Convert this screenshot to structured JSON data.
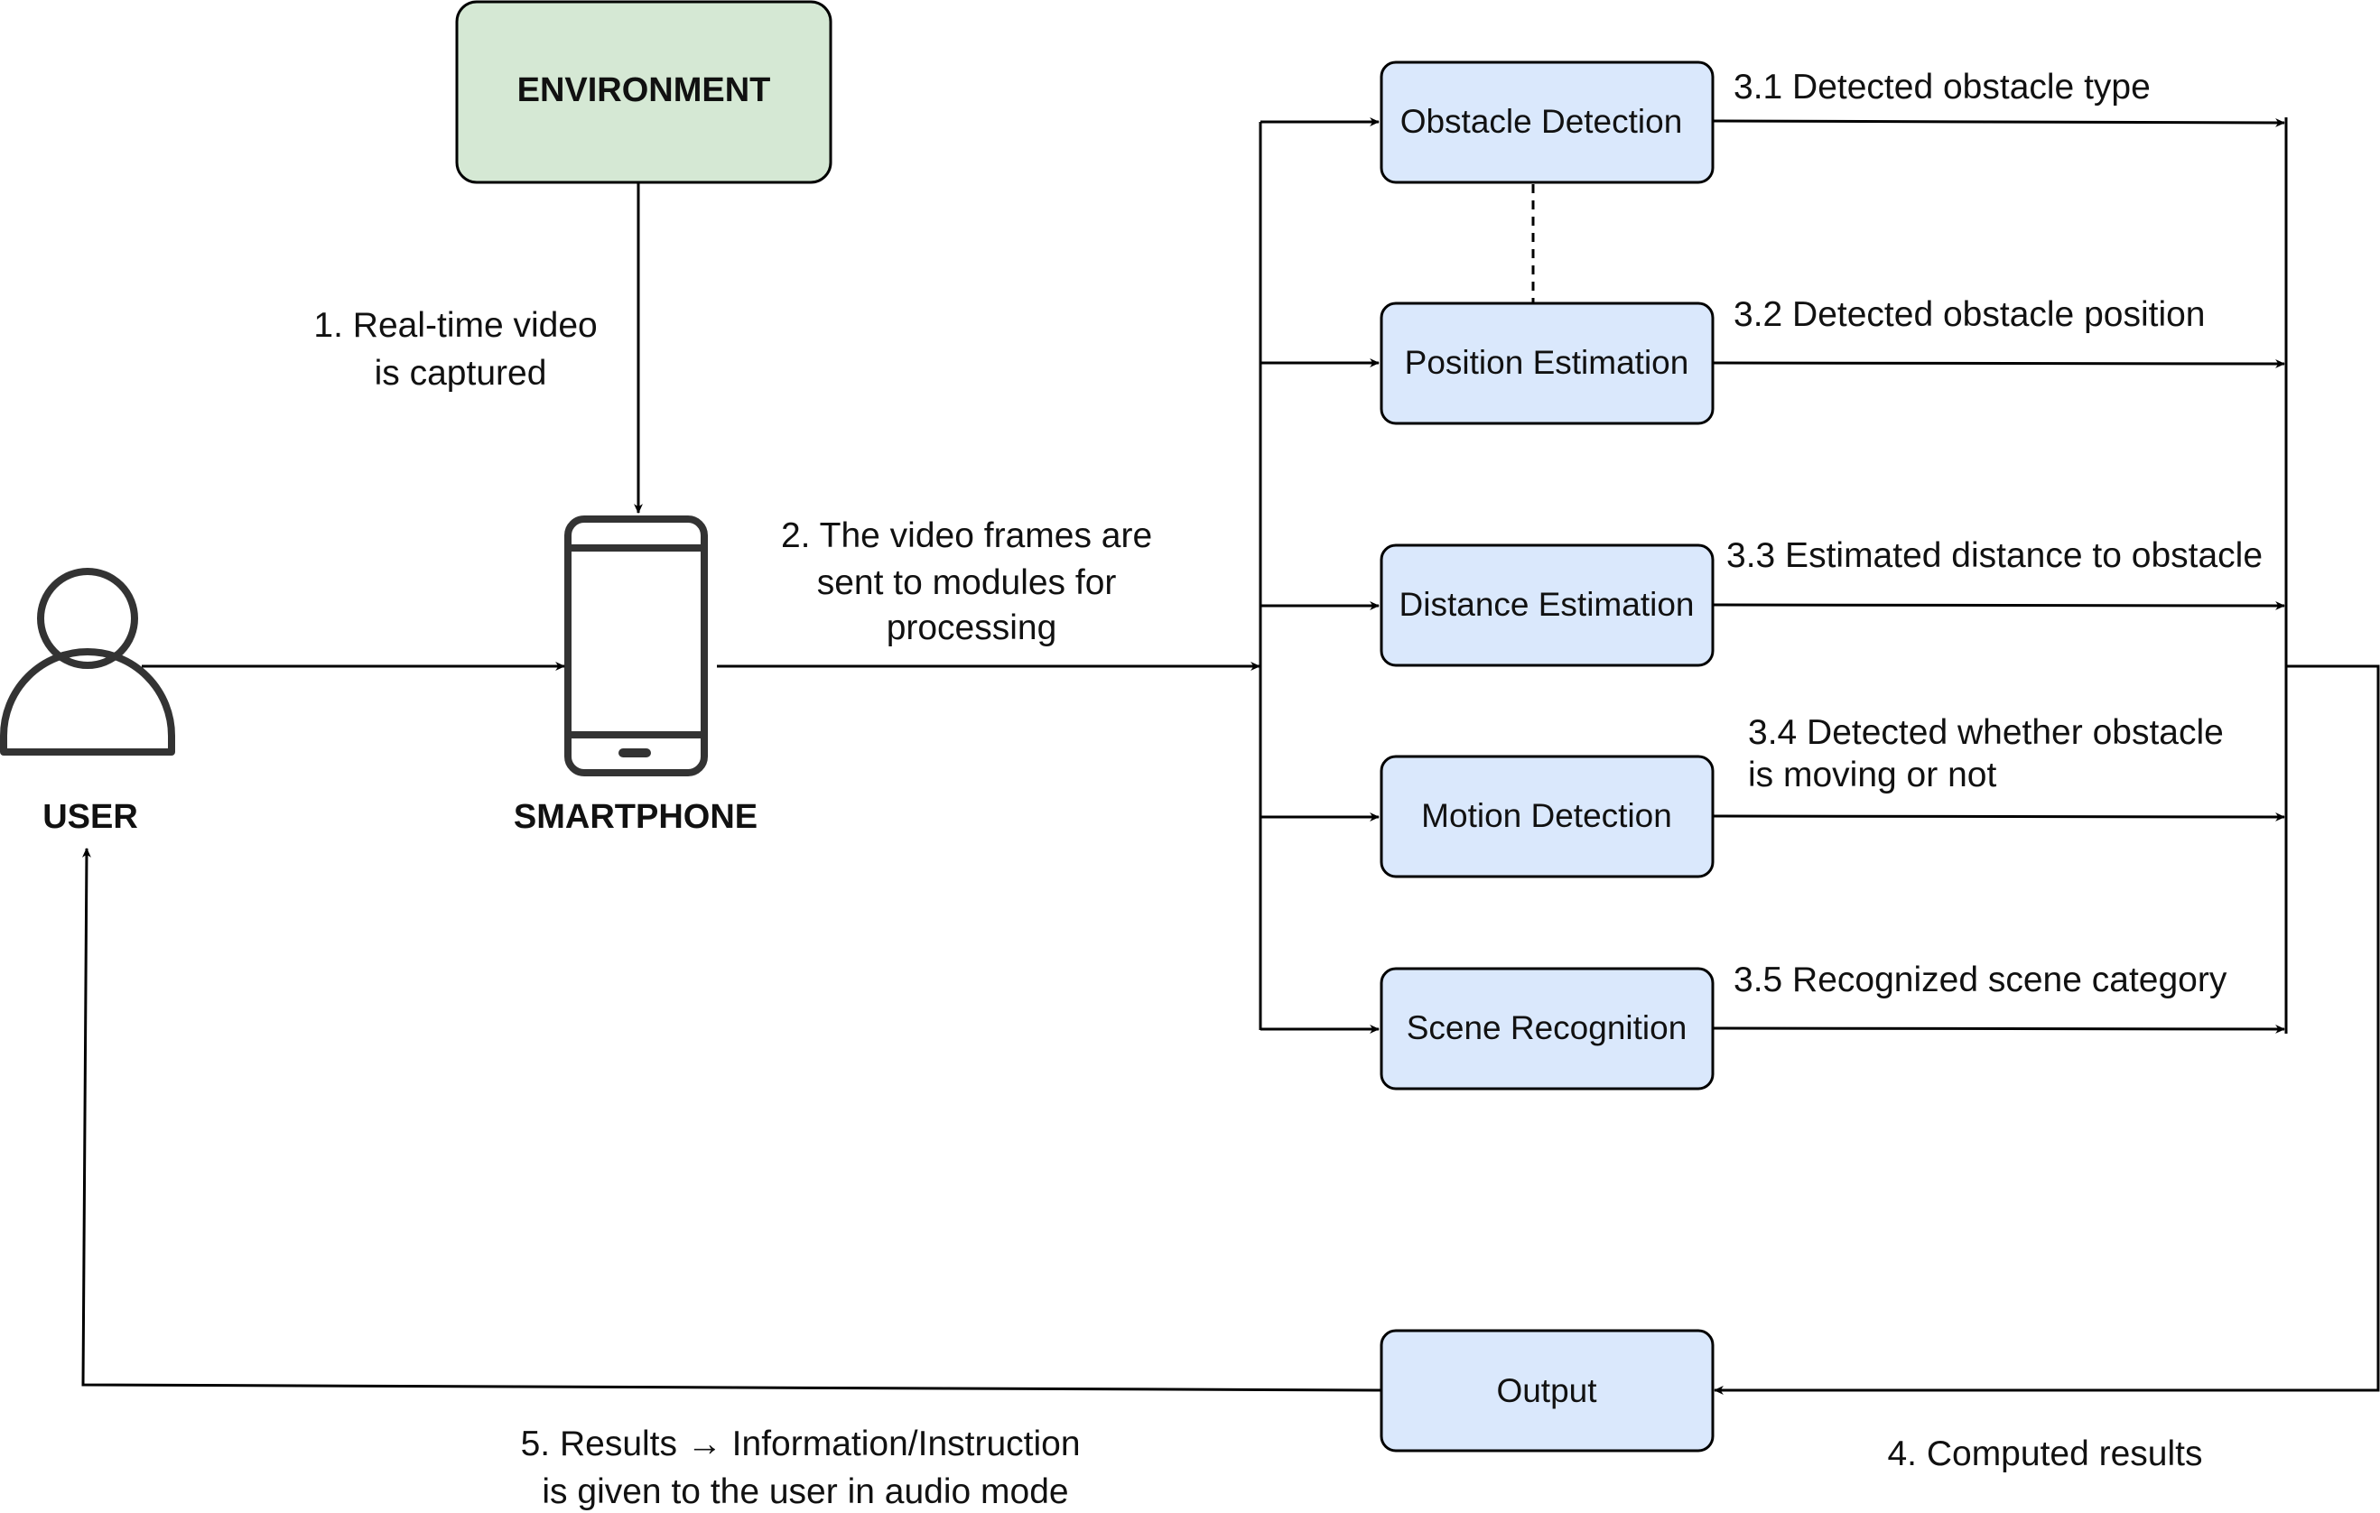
{
  "environment": {
    "label": "ENVIRONMENT"
  },
  "user": {
    "label": "USER"
  },
  "smartphone": {
    "label": "SMARTPHONE"
  },
  "modules": [
    {
      "label": "Obstacle Detection"
    },
    {
      "label": "Position Estimation"
    },
    {
      "label": "Distance Estimation"
    },
    {
      "label": "Motion Detection"
    },
    {
      "label": "Scene Recognition"
    }
  ],
  "output": {
    "label": "Output"
  },
  "edges": {
    "step1": [
      "1. Real-time video",
      "is captured"
    ],
    "step2": [
      "2. The video frames are",
      "sent to modules for",
      "processing"
    ],
    "step3_1": [
      "3.1 Detected obstacle type"
    ],
    "step3_2": [
      "3.2 Detected obstacle position"
    ],
    "step3_3": [
      "3.3 Estimated distance to obstacle"
    ],
    "step3_4": [
      "3.4 Detected whether obstacle",
      "is moving or not"
    ],
    "step3_5": [
      "3.5 Recognized scene category"
    ],
    "step4": [
      "4. Computed results"
    ],
    "step5": [
      "5. Results → Information/Instruction",
      "is given to the user in audio mode"
    ]
  },
  "colors": {
    "environment_fill": "#d5e8d4",
    "module_fill": "#dae8fc",
    "stroke": "#000000",
    "icon_stroke": "#333333"
  }
}
